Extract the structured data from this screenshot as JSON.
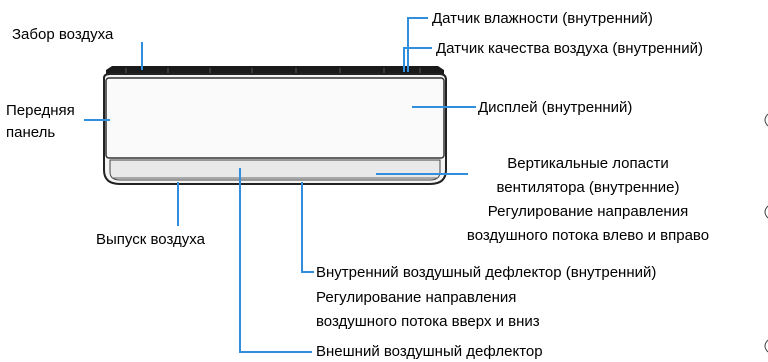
{
  "colors": {
    "leader_line": "#2f8fdc",
    "unit_outline": "#222222",
    "unit_fill": "#f4f4f4"
  },
  "labels": {
    "air_intake": "Забор воздуха",
    "humidity_sensor": "Датчик влажности (внутренний)",
    "air_quality_sensor": "Датчик качества воздуха (внутренний)",
    "front_panel": {
      "line1": "Передняя",
      "line2": "панель"
    },
    "display": "Дисплей (внутренний)",
    "vertical_louvers": {
      "line1": "Вертикальные лопасти",
      "line2": "вентилятора (внутренние)",
      "line3": "Регулирование направления",
      "line4": "воздушного потока влево и вправо"
    },
    "air_outlet": "Выпуск воздуха",
    "inner_deflector": {
      "line1": "Внутренний воздушный дефлектор (внутренний)",
      "line2": "Регулирование направления",
      "line3": "воздушного потока вверх и вниз"
    },
    "outer_deflector": "Внешний воздушный дефлектор"
  }
}
